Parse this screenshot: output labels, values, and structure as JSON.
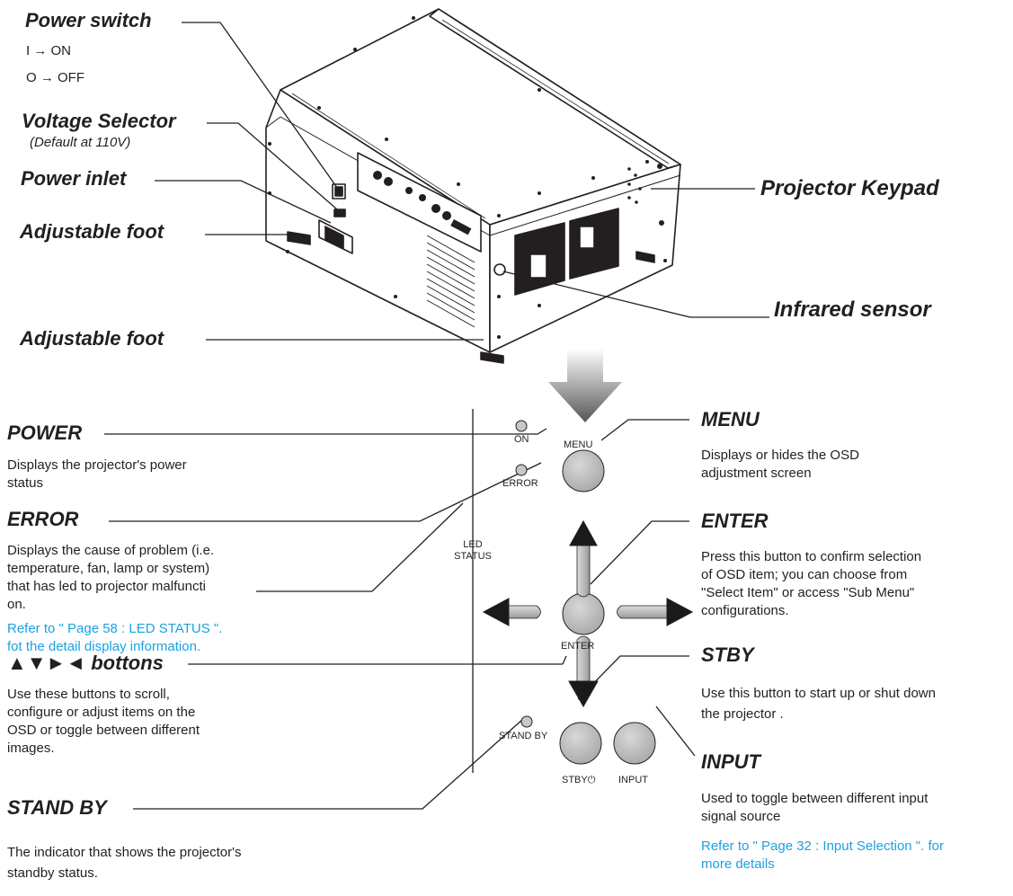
{
  "top": {
    "power_switch": "Power switch",
    "on_line": "I → ON",
    "off_line": "O → OFF",
    "voltage_selector": "Voltage Selector",
    "voltage_default": "(Default at 110V)",
    "power_inlet": "Power inlet",
    "adjustable_foot_1": "Adjustable foot",
    "adjustable_foot_2": "Adjustable foot",
    "projector_keypad": "Projector Keypad",
    "infrared_sensor": "Infrared sensor"
  },
  "left": {
    "power_title": "POWER",
    "power_desc": [
      "Displays the projector's power",
      "status"
    ],
    "error_title": "ERROR",
    "error_desc": [
      "Displays the cause of problem (i.e.",
      "temperature, fan, lamp or system)",
      "that has led to projector malfuncti",
      "on."
    ],
    "error_ref": [
      "Refer to \" Page 58 : LED STATUS \".",
      "fot the detail display information."
    ],
    "arrows_symbols": "▲▼►◄",
    "arrows_title": "bottons",
    "arrows_desc": [
      "Use these buttons to scroll,",
      "configure or adjust items on the",
      "OSD or toggle between different",
      "images."
    ],
    "standby_title": "STAND BY",
    "standby_desc": [
      "The indicator that shows the projector's",
      "standby status."
    ]
  },
  "right": {
    "menu_title": "MENU",
    "menu_desc": [
      "Displays or hides the OSD",
      "adjustment screen"
    ],
    "enter_title": "ENTER",
    "enter_desc": [
      "Press this button to confirm selection",
      "of OSD item; you can choose from",
      "\"Select Item\" or access \"Sub Menu\"",
      "configurations."
    ],
    "stby_title": "STBY",
    "stby_desc": [
      "Use this button to start up or shut down",
      "the projector ."
    ],
    "input_title": "INPUT",
    "input_desc": [
      "Used to toggle between different input",
      "signal source"
    ],
    "input_ref": [
      "Refer to \" Page 32 : Input Selection \". for",
      "more details"
    ]
  },
  "keypad": {
    "on": "ON",
    "error": "ERROR",
    "led_status": [
      "LED",
      "STATUS"
    ],
    "menu": "MENU",
    "enter": "ENTER",
    "stand_by": "STAND BY",
    "stby": "STBY",
    "power_symbol": "⏻",
    "input": "INPUT"
  },
  "colors": {
    "text": "#231f20",
    "note": "#1da1e0",
    "button": "#bfbfbf"
  }
}
